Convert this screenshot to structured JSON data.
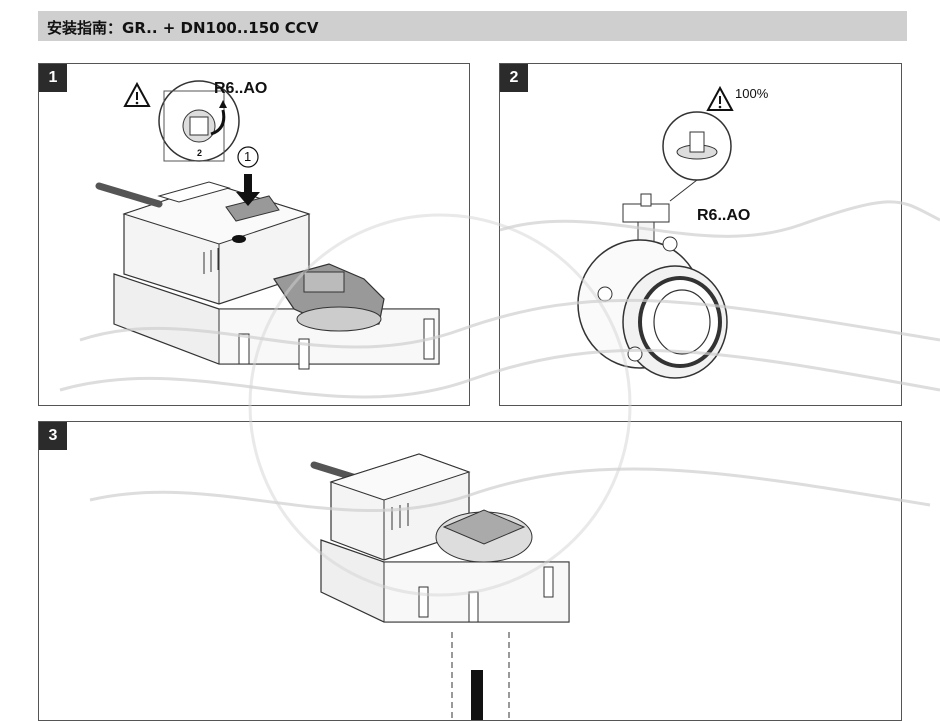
{
  "header": {
    "title": "安装指南：GR.. + DN100..150 CCV"
  },
  "panels": [
    {
      "number": "1",
      "model": "R6..AO",
      "step_marker": "1",
      "arrow_index": "2"
    },
    {
      "number": "2",
      "model": "R6..AO",
      "warning_value": "100%"
    },
    {
      "number": "3"
    }
  ]
}
